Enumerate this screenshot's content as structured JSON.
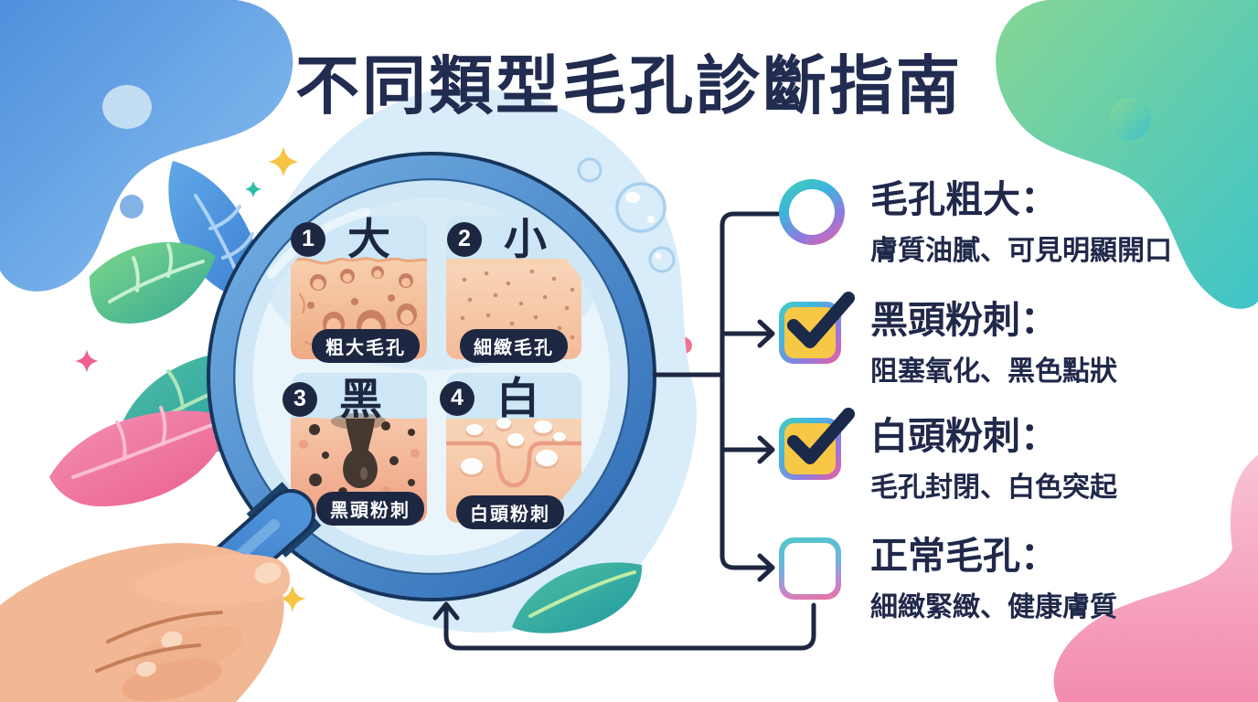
{
  "title": "不同類型毛孔診斷指南",
  "magnifier": {
    "quadrants": [
      {
        "num": "1",
        "char": "大",
        "label": "粗大毛孔",
        "type": "large-pores"
      },
      {
        "num": "2",
        "char": "小",
        "label": "細緻毛孔",
        "type": "fine-pores"
      },
      {
        "num": "3",
        "char": "黑",
        "label": "黑頭粉刺",
        "type": "blackheads"
      },
      {
        "num": "4",
        "char": "白",
        "label": "白頭粉刺",
        "type": "whiteheads"
      }
    ]
  },
  "diagnosis_list": [
    {
      "icon": "gradient-ring-icon",
      "checked": false,
      "heading": "毛孔粗大：",
      "description": "膚質油膩、可見明顯開口"
    },
    {
      "icon": "checkbox-checked-icon",
      "checked": true,
      "heading": "黑頭粉刺：",
      "description": "阻塞氧化、黑色點狀"
    },
    {
      "icon": "checkbox-checked-icon",
      "checked": true,
      "heading": "白頭粉刺：",
      "description": "毛孔封閉、白色突起"
    },
    {
      "icon": "checkbox-empty-icon",
      "checked": false,
      "heading": "正常毛孔：",
      "description": "細緻緊緻、健康膚質"
    }
  ],
  "colors": {
    "text_navy": "#20294a",
    "pill_navy": "#1d2742",
    "connector": "#1d2742",
    "rim_blue": "#3d7ec6",
    "handle_blue": "#2a66b8",
    "lens_interior": "#e9f4fb",
    "panel_sky": "#cde7f6",
    "skin_peach": "#f3bb97",
    "checkbox_yellow": "#f7c845",
    "gradient_teal": "#49ccc1",
    "gradient_blue": "#41b7e0",
    "gradient_purple": "#9478de",
    "gradient_pink": "#ef5f9b",
    "blob_blue": "#5a97e2",
    "blob_green": "#6ad0a0",
    "blob_pink": "#f6a8c4"
  }
}
